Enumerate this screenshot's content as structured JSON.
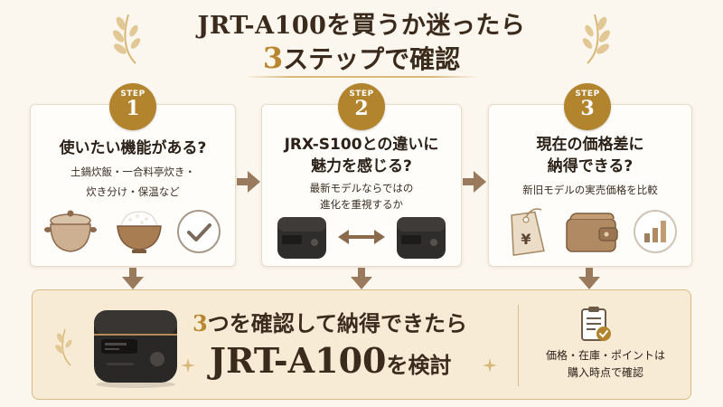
{
  "header": {
    "line1": "JRT-A100を買うか迷ったら",
    "line2_num": "3",
    "line2_rest": "ステップで確認"
  },
  "steps": [
    {
      "badge_label": "STEP",
      "badge_number": "1",
      "title_lines": [
        "使いたい機能がある?"
      ],
      "sub_lines": [
        "土鍋炊飯・一合料亭炊き・",
        "炊き分け・保温など"
      ],
      "icons": [
        "clay-pot-icon",
        "rice-bowl-icon",
        "checkmark-icon"
      ]
    },
    {
      "badge_label": "STEP",
      "badge_number": "2",
      "title_lines": [
        "JRX-S100との違いに",
        "魅力を感じる?"
      ],
      "sub_lines": [
        "最新モデルならではの",
        "進化を重視するか"
      ],
      "icons": [
        "rice-cooker-icon",
        "double-arrow-icon",
        "rice-cooker-icon"
      ]
    },
    {
      "badge_label": "STEP",
      "badge_number": "3",
      "title_lines": [
        "現在の価格差に",
        "納得できる?"
      ],
      "sub_lines": [
        "新旧モデルの実売価格を比較"
      ],
      "icons": [
        "price-tag-icon",
        "wallet-icon",
        "bar-chart-icon"
      ]
    }
  ],
  "price_tag_symbol": "¥",
  "bottom": {
    "line1_num": "3",
    "line1_rest": "つを確認して納得できたら",
    "line2_model": "JRT-A100",
    "line2_rest": "を検討",
    "note_lines": [
      "価格・在庫・ポイントは",
      "購入時点で確認"
    ],
    "note_icon": "clipboard-check-icon"
  },
  "colors": {
    "accent": "#b3842e",
    "background": "#fbf6ee",
    "card": "#fffdf9",
    "arrow": "#9a7a5c",
    "panel": "#f8ebd6"
  }
}
